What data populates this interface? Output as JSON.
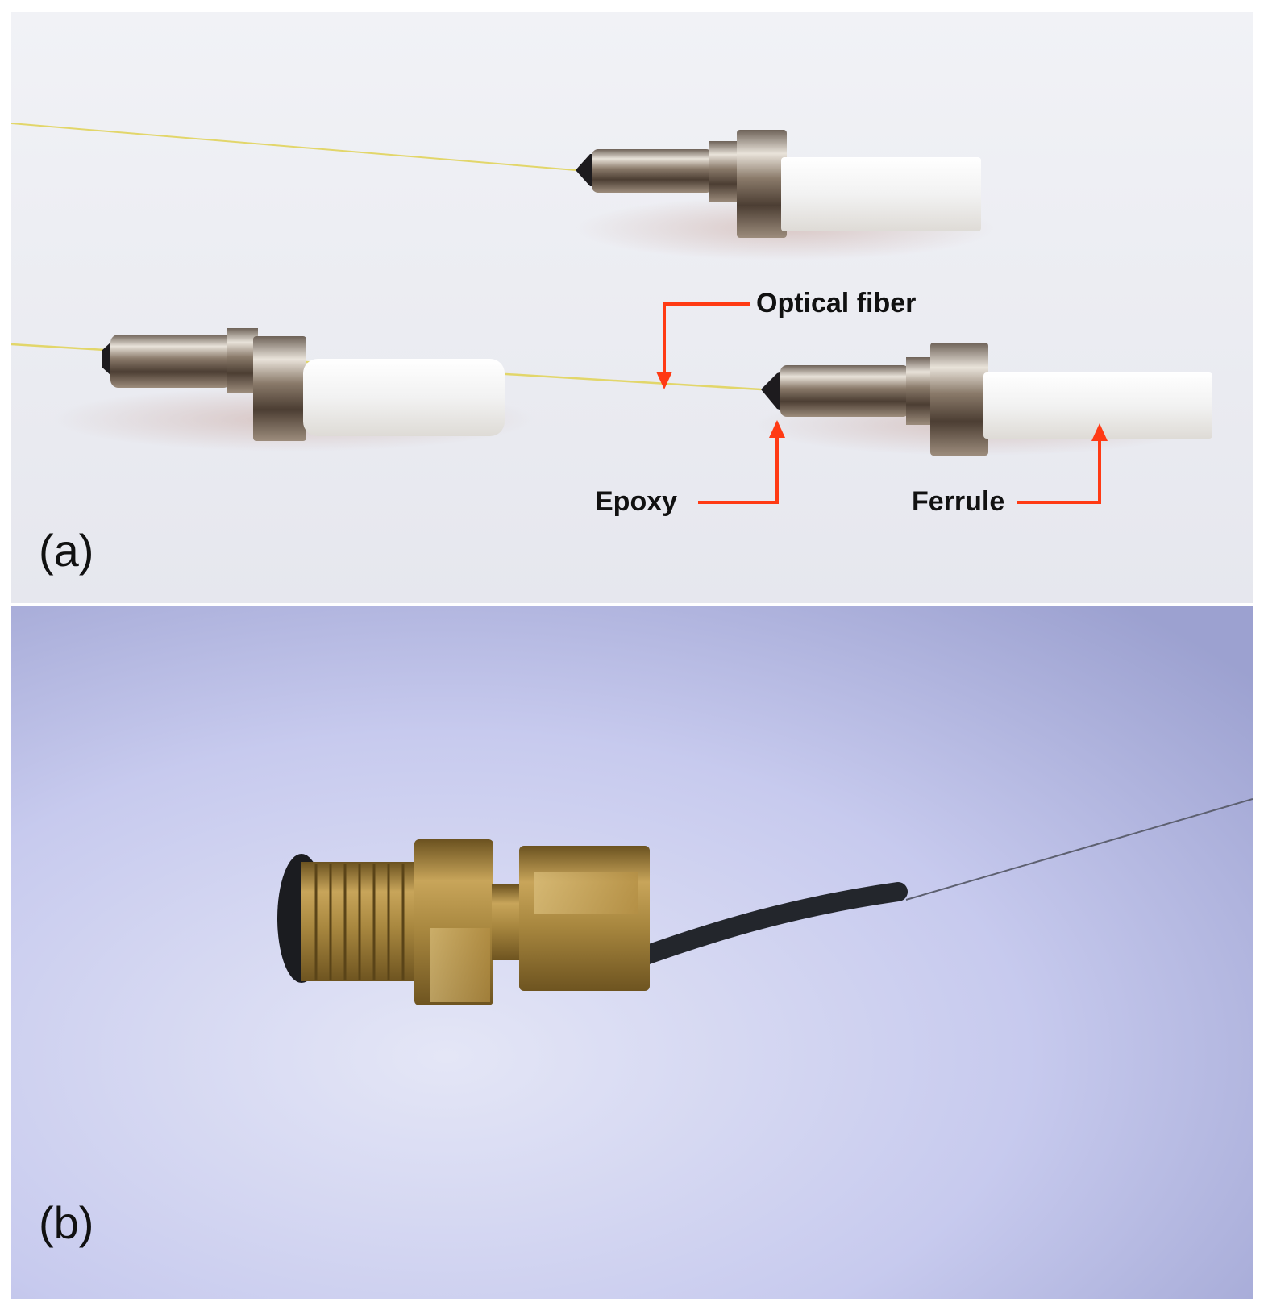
{
  "figure": {
    "panels": [
      {
        "letter": "(a)",
        "callouts": {
          "optical_fiber": "Optical fiber",
          "epoxy": "Epoxy",
          "ferrule": "Ferrule"
        }
      },
      {
        "letter": "(b)"
      }
    ]
  },
  "colors": {
    "arrow": "#ff3a14",
    "panel_a_background": "#eeeff4",
    "panel_b_background": "#c3c6ea",
    "fiber": "#e2d66a",
    "brass": "#b9963f",
    "cable": "#2a2d33",
    "ferrule_ceramic": "#f4f4f4"
  }
}
